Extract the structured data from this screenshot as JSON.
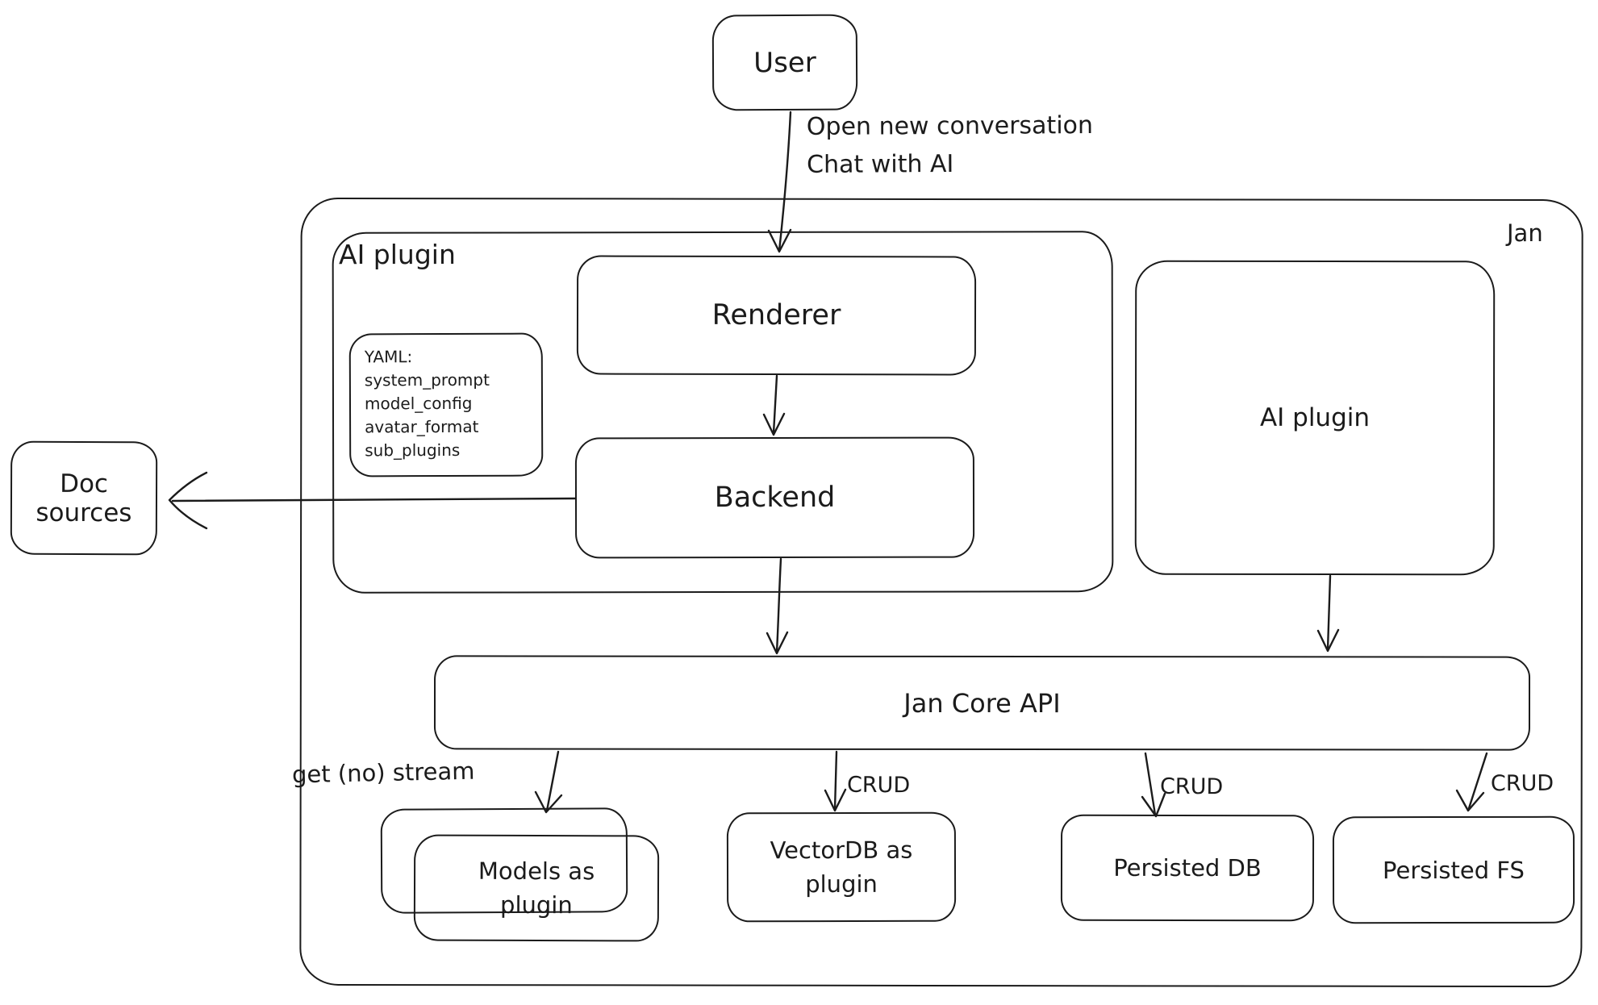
{
  "diagram": {
    "bg_color": "#ffffff",
    "stroke_color": "#1b1b1b",
    "outer_container_label": "Jan",
    "nodes": {
      "user": "User",
      "ai_plugin_container": "AI plugin",
      "renderer": "Renderer",
      "backend": "Backend",
      "yaml_note": {
        "lines": [
          "YAML:",
          "system_prompt",
          "model_config",
          "avatar_format",
          "sub_plugins"
        ]
      },
      "doc_sources": "Doc sources",
      "ai_plugin_right": "AI plugin",
      "jan_core_api": "Jan Core API",
      "models_as_plugin": {
        "line1": "Models as",
        "line2": "plugin"
      },
      "vectordb_as_plugin": {
        "line1": "VectorDB as",
        "line2": "plugin"
      },
      "persisted_db": "Persisted DB",
      "persisted_fs": "Persisted FS"
    },
    "edge_labels": {
      "user_open_conversation": "Open new conversation",
      "user_chat_with_ai": "Chat with AI",
      "get_no_stream": "get (no) stream",
      "crud_vectordb": "CRUD",
      "crud_persisted_db": "CRUD",
      "crud_persisted_fs": "CRUD"
    }
  }
}
